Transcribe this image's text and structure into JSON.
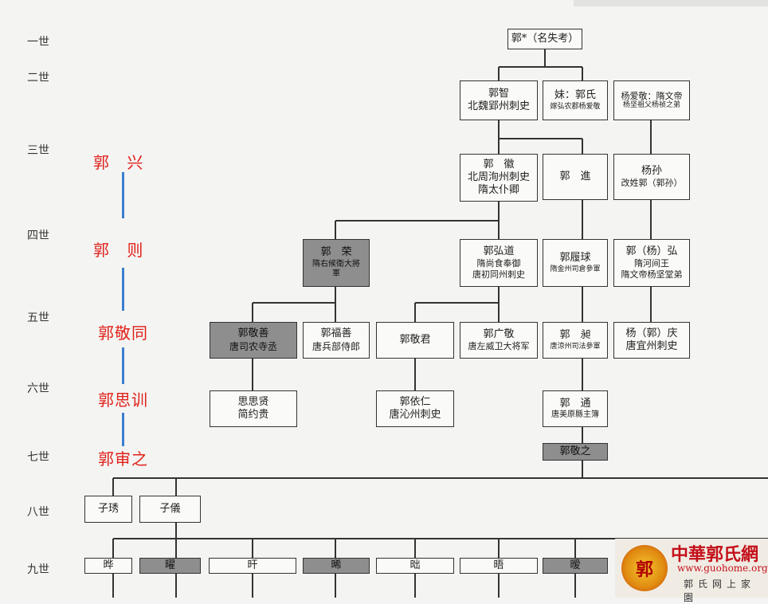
{
  "generations": [
    "一世",
    "二世",
    "三世",
    "四世",
    "五世",
    "六世",
    "七世",
    "八世",
    "九世"
  ],
  "sidebar": [
    "郭 兴",
    "郭 则",
    "郭敬同",
    "郭思训",
    "郭审之"
  ],
  "boxes": {
    "root": [
      "郭*（名失考）"
    ],
    "guozhi": [
      "郭智",
      "北魏郢州刺史"
    ],
    "mei": [
      "妹：郭氏",
      "嫁弘农郡杨爱敬"
    ],
    "yangaijing": [
      "杨爱敬：隋文帝",
      "杨坚祖父杨祯之弟"
    ],
    "guohui": [
      "郭　徽",
      "北周洵州刺史",
      "隋太仆卿"
    ],
    "guojin": [
      "郭　進"
    ],
    "yangsun": [
      "杨孙",
      "改姓郭（郭孙）"
    ],
    "guorong": [
      "郭　荣",
      "隋右候衛大將",
      "軍"
    ],
    "guohongdao": [
      "郭弘道",
      "隋尚食奉御",
      "唐初同州刺史"
    ],
    "guolvqiu": [
      "郭履球",
      "隋金州司倉參軍"
    ],
    "guoyanghong": [
      "郭（杨）弘",
      "隋河间王",
      "隋文帝杨坚堂弟"
    ],
    "guojingshan": [
      "郭敬善",
      "唐司农寺丞"
    ],
    "guofushan": [
      "郭福善",
      "唐兵部侍郎"
    ],
    "guojingjun": [
      "郭敬君"
    ],
    "guoguangjing": [
      "郭广敬",
      "唐左威卫大将军"
    ],
    "guoqi": [
      "郭　昶",
      "唐涼州司法參軍"
    ],
    "yangguoqing": [
      "杨（郭）庆",
      "唐宜州刺史"
    ],
    "sisi": [
      "思思贤",
      "简约贵"
    ],
    "guoyiren": [
      "郭依仁",
      "唐沁州刺史"
    ],
    "guotong": [
      "郭　通",
      "唐美原縣主簿"
    ],
    "guojingzhi": [
      "郭敬之"
    ],
    "zixiu": [
      "子琇"
    ],
    "ziyi": [
      "子儀"
    ],
    "g9a": [
      "晔"
    ],
    "g9b": [
      "曜"
    ],
    "g9c": [
      "旰"
    ],
    "g9d": [
      "晞"
    ],
    "g9e": [
      "昢"
    ],
    "g9f": [
      "晤"
    ],
    "g9g": [
      "暧"
    ]
  },
  "logo": {
    "seal": "郭",
    "title": "中華郭氏網",
    "url": "www.guohome.org",
    "subtitle": "郭氏网上家園"
  }
}
